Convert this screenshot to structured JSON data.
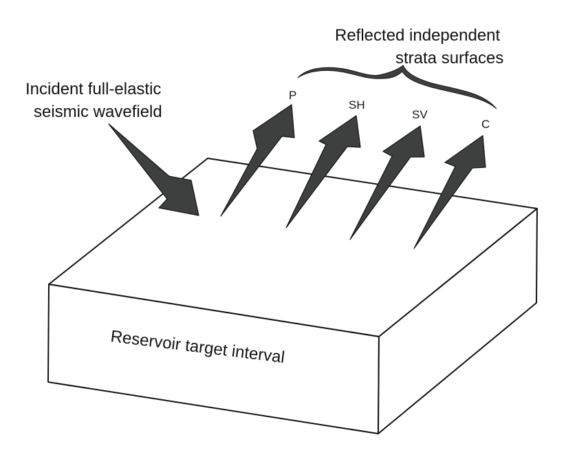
{
  "diagram": {
    "incident_label": {
      "line1": "Incident full-elastic",
      "line2": "seismic wavefield"
    },
    "reflected_label": {
      "line1": "Reflected independent",
      "line2": "strata surfaces"
    },
    "reservoir_label": "Reservoir target interval",
    "wave_modes": [
      {
        "id": "p",
        "label": "P"
      },
      {
        "id": "sh",
        "label": "SH"
      },
      {
        "id": "sv",
        "label": "SV"
      },
      {
        "id": "c",
        "label": "C"
      }
    ],
    "colors": {
      "arrow_fill": "#3d403f",
      "line": "#111111",
      "background": "#ffffff"
    }
  }
}
